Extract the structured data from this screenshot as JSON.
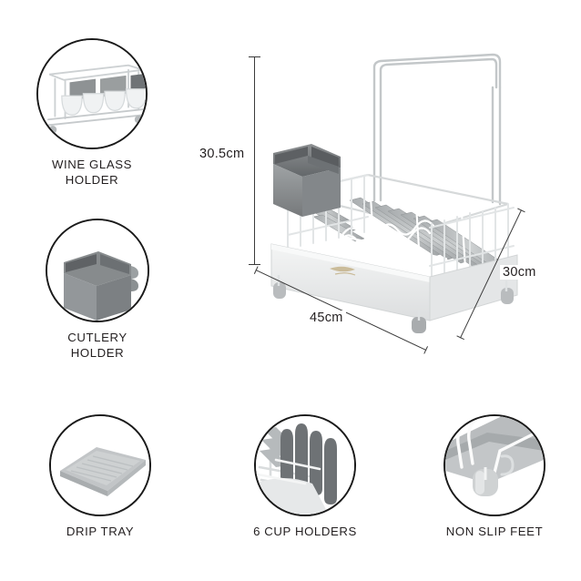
{
  "page": {
    "background": "#ffffff",
    "ink": "#231f20",
    "line_color": "#3a3a3a",
    "plastic_grey": "#8b8e90",
    "plastic_grey_dark": "#6f7375",
    "plastic_grey_light": "#c9cccd",
    "tray_white": "#e9eaea",
    "wire_white": "#fdfdfd",
    "logo_gold": "#b09457"
  },
  "dimensions": {
    "height": {
      "label": "30.5cm",
      "value": 30.5,
      "unit": "cm",
      "axis": "height"
    },
    "width": {
      "label": "45cm",
      "value": 45,
      "unit": "cm",
      "axis": "width"
    },
    "depth": {
      "label": "30cm",
      "value": 30,
      "unit": "cm",
      "axis": "depth"
    }
  },
  "features": [
    {
      "id": "wine-glass-holder",
      "label": "WINE GLASS\nHOLDER",
      "icon": "wine-glass-holder-icon"
    },
    {
      "id": "cutlery-holder",
      "label": "CUTLERY HOLDER",
      "icon": "cutlery-holder-icon"
    },
    {
      "id": "drip-tray",
      "label": "DRIP TRAY",
      "icon": "drip-tray-icon"
    },
    {
      "id": "6-cup-holders",
      "label": "6 CUP HOLDERS",
      "icon": "cup-holders-icon"
    },
    {
      "id": "non-slip-feet",
      "label": "NON SLIP FEET",
      "icon": "non-slip-feet-icon"
    }
  ],
  "product": {
    "name": "dish-drying-rack",
    "parts": [
      "wire-frame",
      "plate-rack-slats",
      "cutlery-holder-twin",
      "drip-tray",
      "wine-glass-rail",
      "non-slip-feet"
    ]
  }
}
